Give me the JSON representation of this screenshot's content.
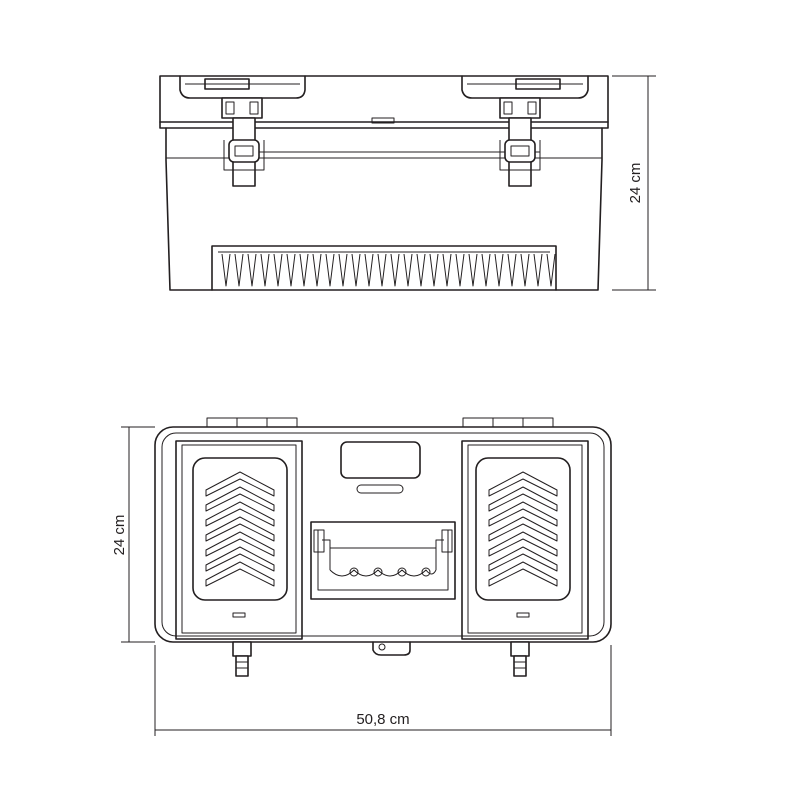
{
  "dimensions": {
    "front_height": "24 cm",
    "top_depth": "24 cm",
    "top_width": "50,8 cm"
  }
}
